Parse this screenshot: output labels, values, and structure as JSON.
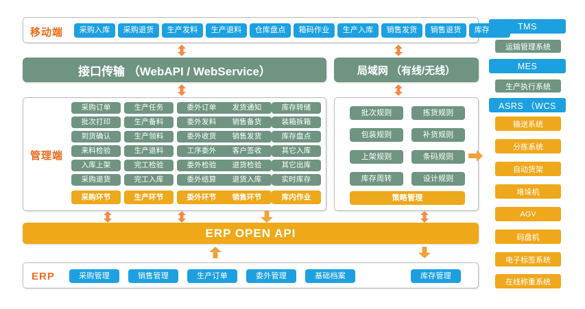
{
  "colors": {
    "blue": "#1ca0e0",
    "green": "#6f9481",
    "orange": "#efa918",
    "amber": "#efa81c",
    "label_orange": "#ed6a1c",
    "frame_border": "#b9b9b9"
  },
  "mobile": {
    "label": "移动端",
    "buttons": [
      "采购入库",
      "采购退货",
      "生产发料",
      "生产退料",
      "仓库盘点",
      "箱码作业",
      "生产入库",
      "销售发货",
      "销售退货",
      "库存转储"
    ]
  },
  "bands": {
    "api": "接口传输 （WebAPI / WebService）",
    "lan": "局域网 （有线/无线）"
  },
  "management": {
    "label": "管理端",
    "columns": [
      {
        "items": [
          "采购订单",
          "批次打印",
          "到货确认",
          "来料检验",
          "入库上架",
          "采购退货"
        ],
        "footer": "采购环节"
      },
      {
        "items": [
          "生产任务",
          "生产备料",
          "生产领料",
          "生产退料",
          "完工检验",
          "完工入库"
        ],
        "footer": "生产环节"
      },
      {
        "items": [
          "委外订单",
          "委外发料",
          "委外收货",
          "工序委外",
          "委外检验",
          "委外结算"
        ],
        "footer": "委外环节"
      },
      {
        "items": [
          "发货通知",
          "销售备货",
          "销售发货",
          "客户签收",
          "退货检验",
          "退货入库"
        ],
        "footer": "销售环节"
      },
      {
        "items": [
          "库存转储",
          "装箱拆箱",
          "库存盘点",
          "其它入库",
          "其它出库",
          "实时库存"
        ],
        "footer": "库内作业"
      }
    ]
  },
  "rules": {
    "rows": [
      [
        "批次规则",
        "拣货规则"
      ],
      [
        "包装规则",
        "补货规则"
      ],
      [
        "上架规则",
        "条码规则"
      ],
      [
        "库存周转",
        "设计规则"
      ]
    ],
    "footer": "策略管理"
  },
  "erp_api": {
    "title": "ERP  OPEN API"
  },
  "erp": {
    "label": "ERP",
    "buttons": [
      "采购管理",
      "销售管理",
      "生产订单",
      "委外管理",
      "基础档案"
    ],
    "right_button": "库存管理"
  },
  "right_column": {
    "groups": [
      {
        "head": "TMS",
        "sub": "运输管理系统",
        "items": []
      },
      {
        "head": "MES",
        "sub": "生产执行系统",
        "items": []
      },
      {
        "head": "ASRS  （WCS",
        "sub": null,
        "items": [
          "输送系统",
          "分拣系统",
          "自动货架",
          "堆垛机",
          "AGV",
          "码盘机",
          "电子标签系统",
          "在线称重系统"
        ]
      }
    ]
  },
  "arrows": {
    "up_down_icon": "double-arrow-vertical",
    "up_icon": "arrow-up",
    "down_icon": "arrow-down",
    "right_icon": "arrow-right"
  }
}
